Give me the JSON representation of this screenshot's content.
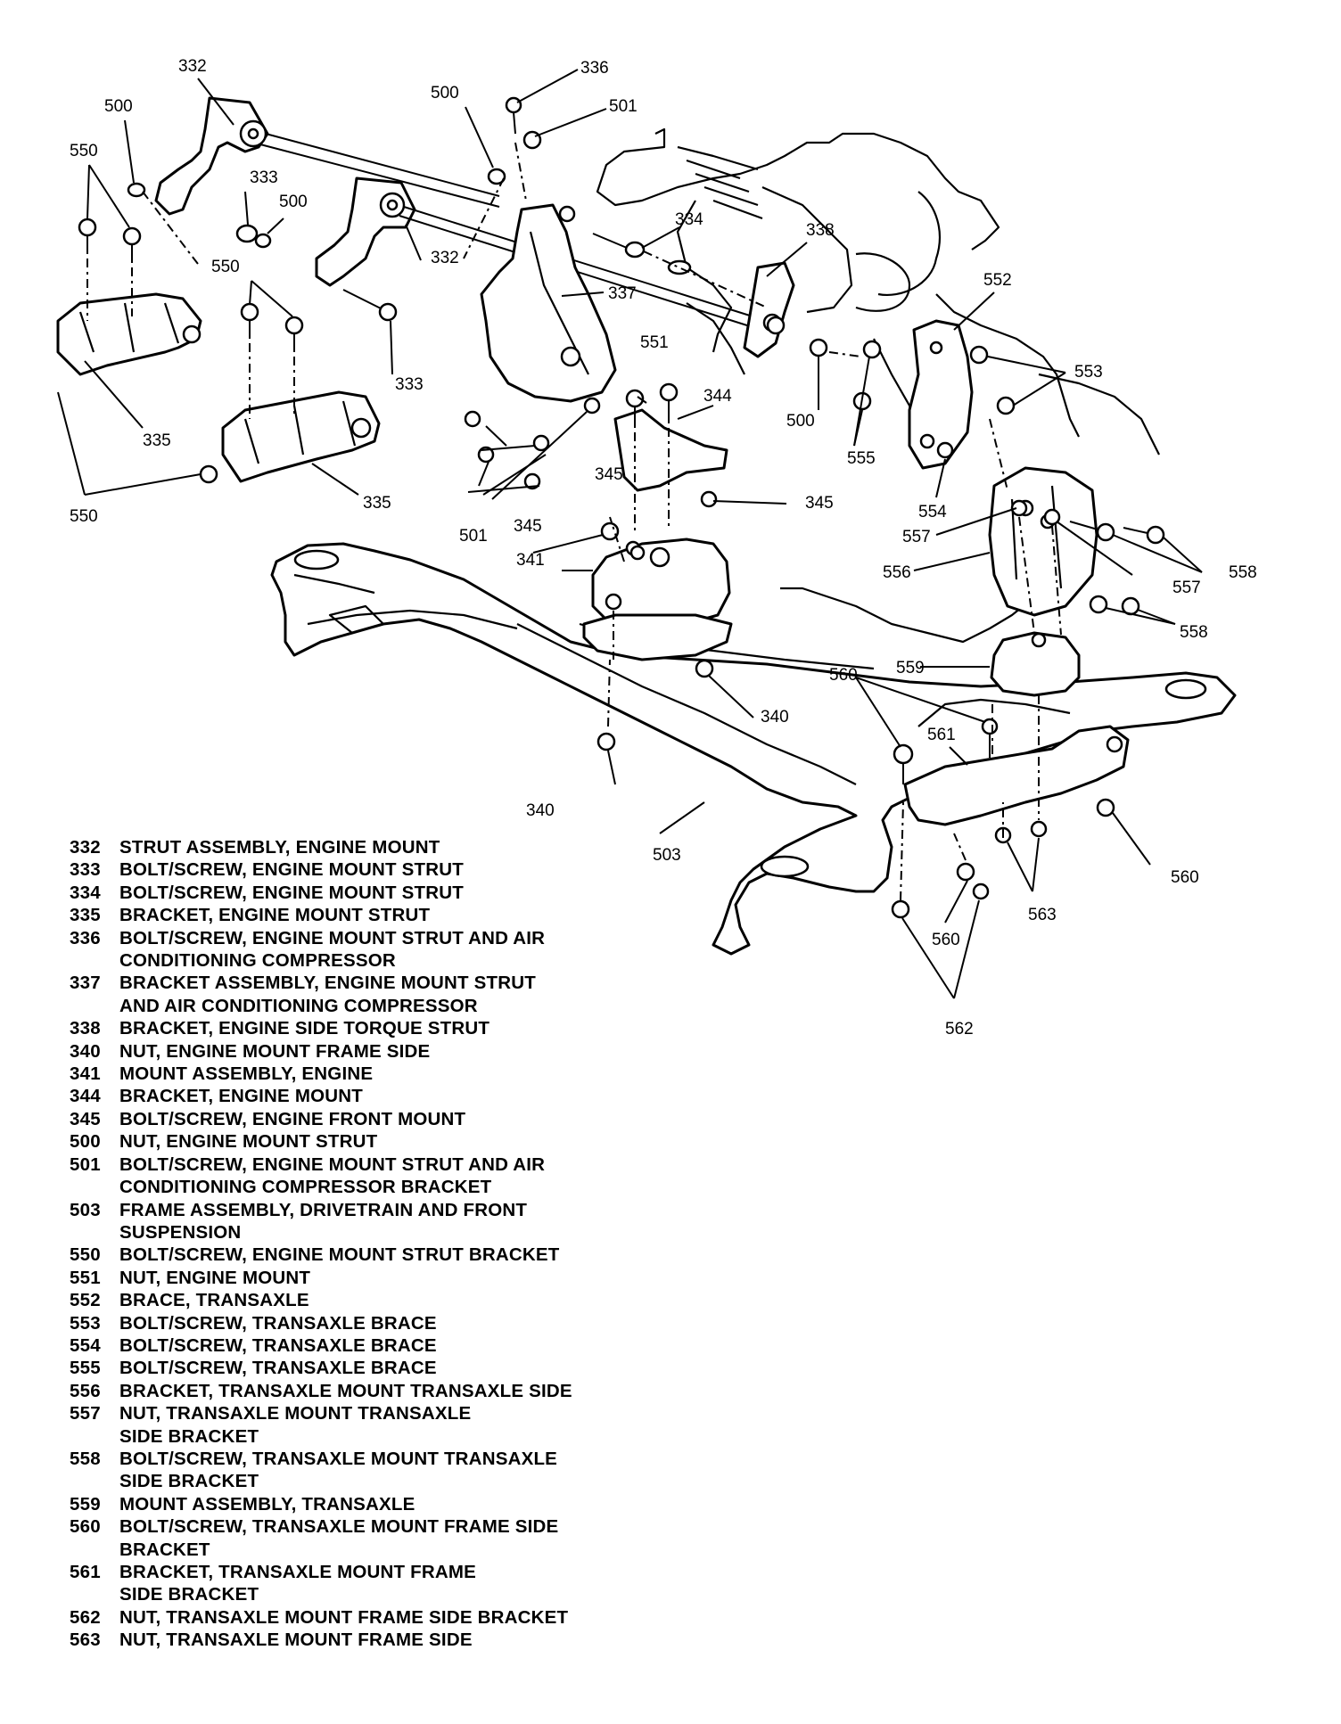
{
  "callouts": {
    "c332a": "332",
    "c332b": "332",
    "c333a": "333",
    "c333b": "333",
    "c334": "334",
    "c335a": "335",
    "c335b": "335",
    "c336": "336",
    "c337": "337",
    "c338": "338",
    "c340a": "340",
    "c340b": "340",
    "c341": "341",
    "c344": "344",
    "c345a": "345",
    "c345b": "345",
    "c345c": "345",
    "c500a": "500",
    "c500b": "500",
    "c500c": "500",
    "c500d": "500",
    "c501a": "501",
    "c501b": "501",
    "c503": "503",
    "c550a": "550",
    "c550b": "550",
    "c550c": "550",
    "c551": "551",
    "c552": "552",
    "c553": "553",
    "c554": "554",
    "c555": "555",
    "c556": "556",
    "c557a": "557",
    "c557b": "557",
    "c558a": "558",
    "c558b": "558",
    "c559": "559",
    "c560a": "560",
    "c560b": "560",
    "c560c": "560",
    "c561": "561",
    "c562": "562",
    "c563": "563"
  },
  "legend": [
    {
      "num": "332",
      "lines": [
        "STRUT ASSEMBLY, ENGINE MOUNT"
      ]
    },
    {
      "num": "333",
      "lines": [
        "BOLT/SCREW, ENGINE MOUNT STRUT"
      ]
    },
    {
      "num": "334",
      "lines": [
        "BOLT/SCREW, ENGINE MOUNT STRUT"
      ]
    },
    {
      "num": "335",
      "lines": [
        "BRACKET, ENGINE MOUNT STRUT"
      ]
    },
    {
      "num": "336",
      "lines": [
        "BOLT/SCREW, ENGINE MOUNT STRUT AND AIR",
        "CONDITIONING COMPRESSOR"
      ]
    },
    {
      "num": "337",
      "lines": [
        "BRACKET ASSEMBLY, ENGINE MOUNT STRUT",
        "AND AIR CONDITIONING COMPRESSOR"
      ]
    },
    {
      "num": "338",
      "lines": [
        "BRACKET, ENGINE SIDE TORQUE STRUT"
      ]
    },
    {
      "num": "340",
      "lines": [
        "NUT, ENGINE MOUNT FRAME SIDE"
      ]
    },
    {
      "num": "341",
      "lines": [
        "MOUNT ASSEMBLY, ENGINE"
      ]
    },
    {
      "num": "344",
      "lines": [
        "BRACKET, ENGINE MOUNT"
      ]
    },
    {
      "num": "345",
      "lines": [
        "BOLT/SCREW, ENGINE FRONT MOUNT"
      ]
    },
    {
      "num": "500",
      "lines": [
        "NUT, ENGINE MOUNT STRUT"
      ]
    },
    {
      "num": "501",
      "lines": [
        "BOLT/SCREW, ENGINE MOUNT STRUT AND AIR",
        "CONDITIONING COMPRESSOR BRACKET"
      ]
    },
    {
      "num": "503",
      "lines": [
        "FRAME ASSEMBLY, DRIVETRAIN AND FRONT",
        "SUSPENSION"
      ]
    },
    {
      "num": "550",
      "lines": [
        "BOLT/SCREW, ENGINE MOUNT STRUT BRACKET"
      ]
    },
    {
      "num": "551",
      "lines": [
        "NUT, ENGINE MOUNT"
      ]
    },
    {
      "num": "552",
      "lines": [
        "BRACE, TRANSAXLE"
      ]
    },
    {
      "num": "553",
      "lines": [
        "BOLT/SCREW, TRANSAXLE BRACE"
      ]
    },
    {
      "num": "554",
      "lines": [
        "BOLT/SCREW, TRANSAXLE BRACE"
      ]
    },
    {
      "num": "555",
      "lines": [
        "BOLT/SCREW, TRANSAXLE BRACE"
      ]
    },
    {
      "num": "556",
      "lines": [
        "BRACKET, TRANSAXLE MOUNT TRANSAXLE SIDE"
      ]
    },
    {
      "num": "557",
      "lines": [
        "NUT, TRANSAXLE MOUNT TRANSAXLE",
        "SIDE BRACKET"
      ]
    },
    {
      "num": "558",
      "lines": [
        "BOLT/SCREW, TRANSAXLE MOUNT TRANSAXLE",
        "SIDE BRACKET"
      ]
    },
    {
      "num": "559",
      "lines": [
        "MOUNT ASSEMBLY, TRANSAXLE"
      ]
    },
    {
      "num": "560",
      "lines": [
        "BOLT/SCREW, TRANSAXLE MOUNT FRAME SIDE",
        "BRACKET"
      ]
    },
    {
      "num": "561",
      "lines": [
        "BRACKET, TRANSAXLE MOUNT FRAME",
        "SIDE BRACKET"
      ]
    },
    {
      "num": "562",
      "lines": [
        "NUT, TRANSAXLE MOUNT FRAME SIDE BRACKET"
      ]
    },
    {
      "num": "563",
      "lines": [
        "NUT, TRANSAXLE MOUNT FRAME SIDE"
      ]
    }
  ]
}
